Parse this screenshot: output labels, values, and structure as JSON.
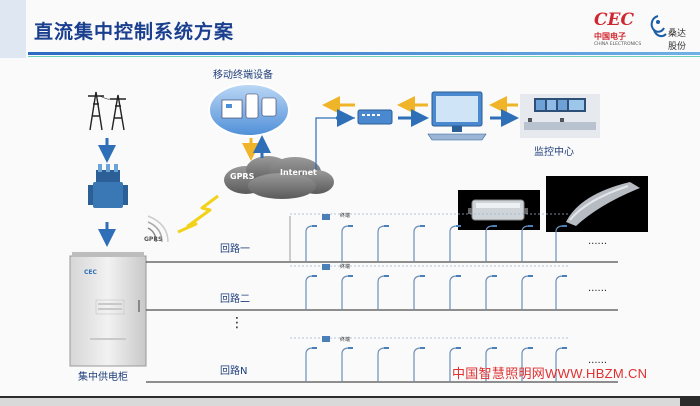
{
  "title": "直流集中控制系统方案",
  "logo": {
    "brand": "CEC",
    "brand_cn": "中国电子",
    "brand_en": "CHINA ELECTRONICS",
    "company": "桑达股份"
  },
  "nodes": {
    "mobile_terminal": "移动终端设备",
    "gprs": "GPRS",
    "internet": "Internet",
    "monitor_center": "监控中心",
    "gprs_small": "GPRS",
    "cabinet": "集中供电柜",
    "terminal": "终端"
  },
  "circuits": [
    {
      "label": "回路一"
    },
    {
      "label": "回路二"
    },
    {
      "label": "回路N"
    }
  ],
  "ellipsis": "......",
  "vdots": "⋮",
  "watermark": "中国智慧照明网WWW.HBZM.CN",
  "colors": {
    "accent": "#1a3f8f",
    "arrow_blue": "#2e6fb8",
    "arrow_yellow": "#f0b429",
    "watermark": "#e03030"
  }
}
